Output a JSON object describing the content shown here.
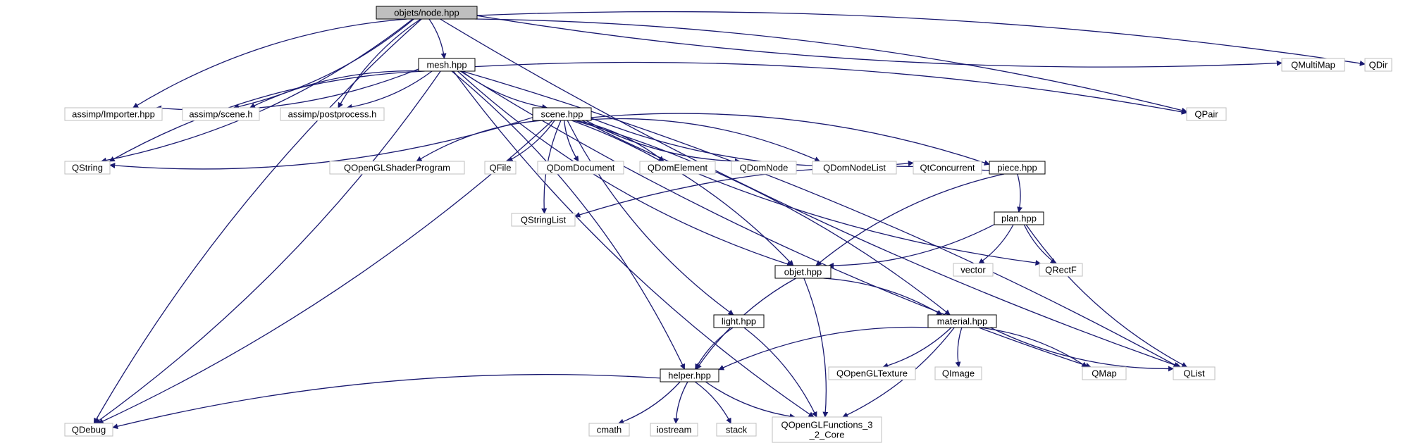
{
  "colors": {
    "edge": "#191970",
    "root_fill": "#bfbfbf",
    "internal_stroke": "#000000",
    "external_stroke": "#bfbfbf",
    "node_fill": "#ffffff"
  },
  "diagram": {
    "type": "include-dependency-graph",
    "nodes": [
      {
        "id": "node_hpp",
        "label": "objets/node.hpp",
        "kind": "root"
      },
      {
        "id": "mesh_hpp",
        "label": "mesh.hpp",
        "kind": "internal"
      },
      {
        "id": "qmultimap",
        "label": "QMultiMap",
        "kind": "external"
      },
      {
        "id": "qdir",
        "label": "QDir",
        "kind": "external"
      },
      {
        "id": "importer",
        "label": "assimp/Importer.hpp",
        "kind": "external"
      },
      {
        "id": "scene_h",
        "label": "assimp/scene.h",
        "kind": "external"
      },
      {
        "id": "postprocess",
        "label": "assimp/postprocess.h",
        "kind": "external"
      },
      {
        "id": "scene_hpp",
        "label": "scene.hpp",
        "kind": "internal"
      },
      {
        "id": "qpair",
        "label": "QPair",
        "kind": "external"
      },
      {
        "id": "qstring",
        "label": "QString",
        "kind": "external"
      },
      {
        "id": "qopenglshader",
        "label": "QOpenGLShaderProgram",
        "kind": "external"
      },
      {
        "id": "qfile",
        "label": "QFile",
        "kind": "external"
      },
      {
        "id": "qdomdocument",
        "label": "QDomDocument",
        "kind": "external"
      },
      {
        "id": "qdomelement",
        "label": "QDomElement",
        "kind": "external"
      },
      {
        "id": "qdomnode",
        "label": "QDomNode",
        "kind": "external"
      },
      {
        "id": "qdomnodelist",
        "label": "QDomNodeList",
        "kind": "external"
      },
      {
        "id": "qtconcurrent",
        "label": "QtConcurrent",
        "kind": "external"
      },
      {
        "id": "piece_hpp",
        "label": "piece.hpp",
        "kind": "internal"
      },
      {
        "id": "qstringlist",
        "label": "QStringList",
        "kind": "external"
      },
      {
        "id": "plan_hpp",
        "label": "plan.hpp",
        "kind": "internal"
      },
      {
        "id": "vector",
        "label": "vector",
        "kind": "external"
      },
      {
        "id": "qrectf",
        "label": "QRectF",
        "kind": "external"
      },
      {
        "id": "objet_hpp",
        "label": "objet.hpp",
        "kind": "internal"
      },
      {
        "id": "light_hpp",
        "label": "light.hpp",
        "kind": "internal"
      },
      {
        "id": "material_hpp",
        "label": "material.hpp",
        "kind": "internal"
      },
      {
        "id": "helper_hpp",
        "label": "helper.hpp",
        "kind": "internal"
      },
      {
        "id": "qopengltexture",
        "label": "QOpenGLTexture",
        "kind": "external"
      },
      {
        "id": "qimage",
        "label": "QImage",
        "kind": "external"
      },
      {
        "id": "qmap",
        "label": "QMap",
        "kind": "external"
      },
      {
        "id": "qlist",
        "label": "QList",
        "kind": "external"
      },
      {
        "id": "qdebug",
        "label": "QDebug",
        "kind": "external"
      },
      {
        "id": "cmath",
        "label": "cmath",
        "kind": "external"
      },
      {
        "id": "iostream",
        "label": "iostream",
        "kind": "external"
      },
      {
        "id": "stack",
        "label": "stack",
        "kind": "external"
      },
      {
        "id": "qopenglfunctions",
        "label": "QOpenGLFunctions_3\n_2_Core",
        "kind": "external"
      }
    ],
    "edges": [
      {
        "from": "node_hpp",
        "to": "mesh_hpp"
      },
      {
        "from": "node_hpp",
        "to": "qmultimap"
      },
      {
        "from": "node_hpp",
        "to": "qdir"
      },
      {
        "from": "node_hpp",
        "to": "importer"
      },
      {
        "from": "node_hpp",
        "to": "scene_h"
      },
      {
        "from": "node_hpp",
        "to": "postprocess"
      },
      {
        "from": "node_hpp",
        "to": "qpair"
      },
      {
        "from": "node_hpp",
        "to": "qlist"
      },
      {
        "from": "node_hpp",
        "to": "qstring"
      },
      {
        "from": "node_hpp",
        "to": "qdebug"
      },
      {
        "from": "mesh_hpp",
        "to": "importer"
      },
      {
        "from": "mesh_hpp",
        "to": "scene_h"
      },
      {
        "from": "mesh_hpp",
        "to": "postprocess"
      },
      {
        "from": "mesh_hpp",
        "to": "scene_hpp"
      },
      {
        "from": "mesh_hpp",
        "to": "qpair"
      },
      {
        "from": "mesh_hpp",
        "to": "qstring"
      },
      {
        "from": "mesh_hpp",
        "to": "qdebug"
      },
      {
        "from": "mesh_hpp",
        "to": "objet_hpp"
      },
      {
        "from": "mesh_hpp",
        "to": "helper_hpp"
      },
      {
        "from": "mesh_hpp",
        "to": "qmap"
      },
      {
        "from": "mesh_hpp",
        "to": "qlist"
      },
      {
        "from": "mesh_hpp",
        "to": "qopenglfunctions"
      },
      {
        "from": "scene_hpp",
        "to": "qstring"
      },
      {
        "from": "scene_hpp",
        "to": "qopenglshader"
      },
      {
        "from": "scene_hpp",
        "to": "qfile"
      },
      {
        "from": "scene_hpp",
        "to": "qdomdocument"
      },
      {
        "from": "scene_hpp",
        "to": "qdomelement"
      },
      {
        "from": "scene_hpp",
        "to": "qdomnode"
      },
      {
        "from": "scene_hpp",
        "to": "qdomnodelist"
      },
      {
        "from": "scene_hpp",
        "to": "qtconcurrent"
      },
      {
        "from": "scene_hpp",
        "to": "piece_hpp"
      },
      {
        "from": "scene_hpp",
        "to": "qrectf"
      },
      {
        "from": "scene_hpp",
        "to": "material_hpp"
      },
      {
        "from": "scene_hpp",
        "to": "qstringlist"
      },
      {
        "from": "scene_hpp",
        "to": "objet_hpp"
      },
      {
        "from": "scene_hpp",
        "to": "light_hpp"
      },
      {
        "from": "scene_hpp",
        "to": "qdebug"
      },
      {
        "from": "piece_hpp",
        "to": "qstringlist"
      },
      {
        "from": "piece_hpp",
        "to": "plan_hpp"
      },
      {
        "from": "piece_hpp",
        "to": "objet_hpp"
      },
      {
        "from": "plan_hpp",
        "to": "vector"
      },
      {
        "from": "plan_hpp",
        "to": "qrectf"
      },
      {
        "from": "plan_hpp",
        "to": "objet_hpp"
      },
      {
        "from": "plan_hpp",
        "to": "qlist"
      },
      {
        "from": "objet_hpp",
        "to": "material_hpp"
      },
      {
        "from": "objet_hpp",
        "to": "helper_hpp"
      },
      {
        "from": "objet_hpp",
        "to": "qopenglfunctions"
      },
      {
        "from": "light_hpp",
        "to": "helper_hpp"
      },
      {
        "from": "light_hpp",
        "to": "qopenglfunctions"
      },
      {
        "from": "material_hpp",
        "to": "helper_hpp"
      },
      {
        "from": "material_hpp",
        "to": "qopengltexture"
      },
      {
        "from": "material_hpp",
        "to": "qimage"
      },
      {
        "from": "material_hpp",
        "to": "qmap"
      },
      {
        "from": "material_hpp",
        "to": "qlist"
      },
      {
        "from": "material_hpp",
        "to": "qopenglfunctions"
      },
      {
        "from": "helper_hpp",
        "to": "qdebug"
      },
      {
        "from": "helper_hpp",
        "to": "cmath"
      },
      {
        "from": "helper_hpp",
        "to": "iostream"
      },
      {
        "from": "helper_hpp",
        "to": "stack"
      },
      {
        "from": "helper_hpp",
        "to": "qopenglfunctions"
      }
    ]
  }
}
